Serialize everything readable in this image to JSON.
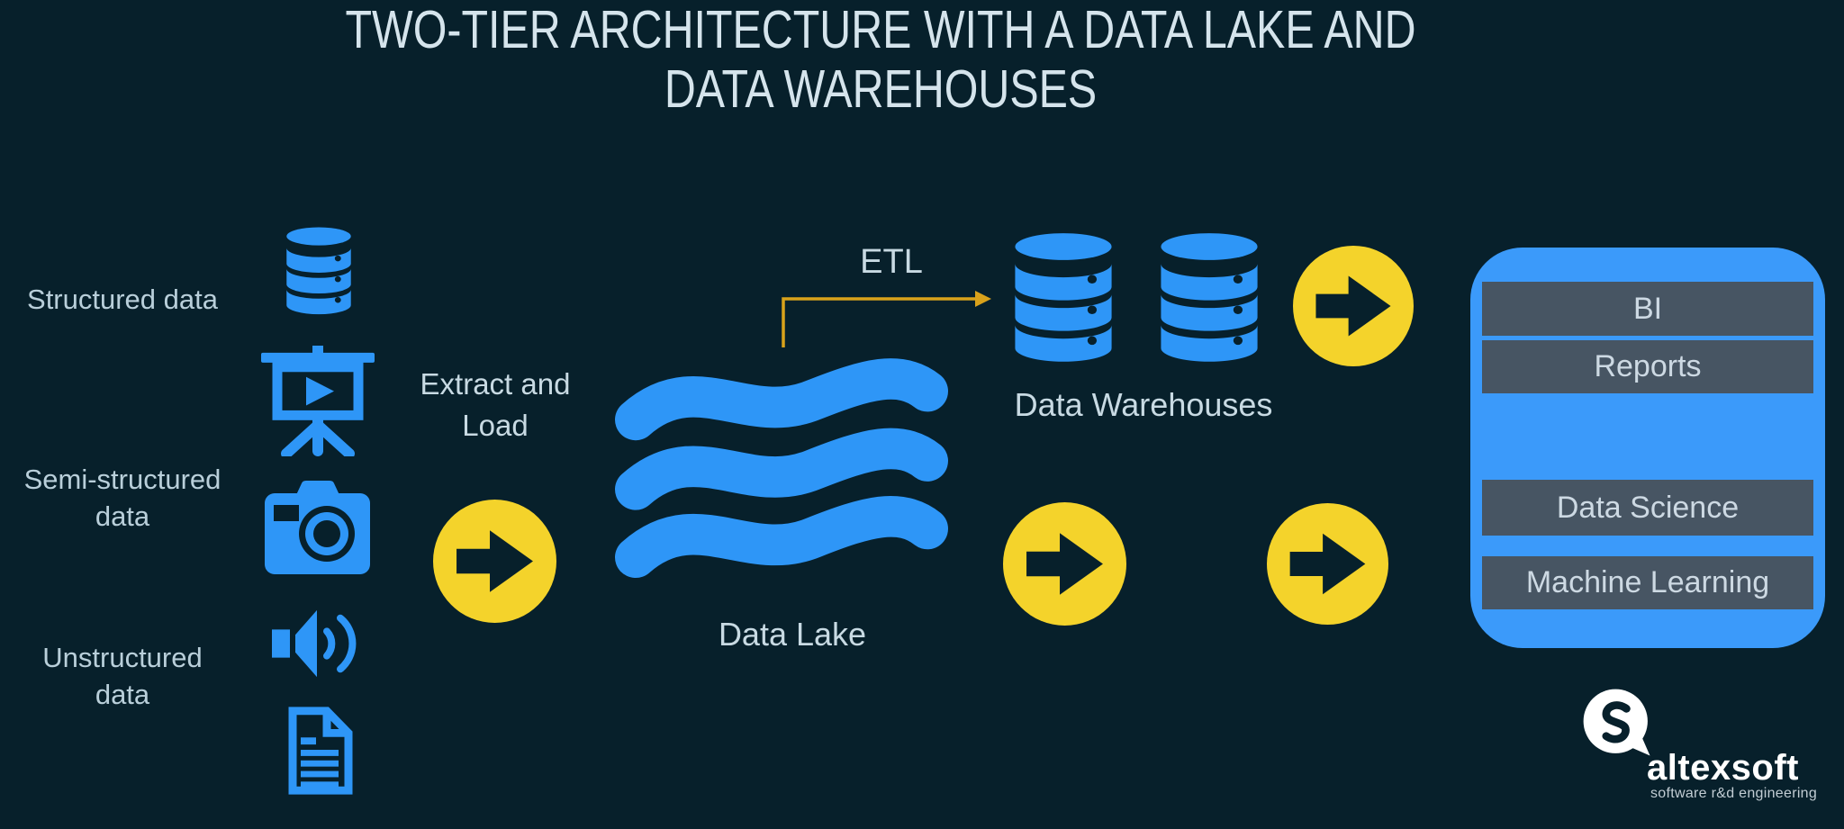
{
  "colors": {
    "bg": "#07202b",
    "blue": "#2e96f7",
    "panelBlue": "#3b9afa",
    "yellow": "#f4d32b",
    "amber": "#d9a21b",
    "barBg": "#475563",
    "titleText": "#d5e4ec",
    "labelText": "#b9cfda",
    "lightText": "#c8dae3",
    "white": "#ffffff"
  },
  "title": {
    "line1": "TWO-TIER ARCHITECTURE WITH A DATA LAKE AND",
    "line2": "DATA WAREHOUSES"
  },
  "sources": {
    "structured": "Structured data",
    "semi_structured": "Semi-structured data",
    "unstructured": "Unstructured data"
  },
  "flow": {
    "extract_load": "Extract and Load",
    "data_lake": "Data Lake",
    "etl": "ETL",
    "data_warehouses": "Data Warehouses"
  },
  "consumers": {
    "items": [
      {
        "label": "BI"
      },
      {
        "label": "Reports"
      },
      {
        "label": "Data Science"
      },
      {
        "label": "Machine Learning"
      }
    ]
  },
  "branding": {
    "name": "altexsoft",
    "tagline": "software r&d engineering"
  }
}
